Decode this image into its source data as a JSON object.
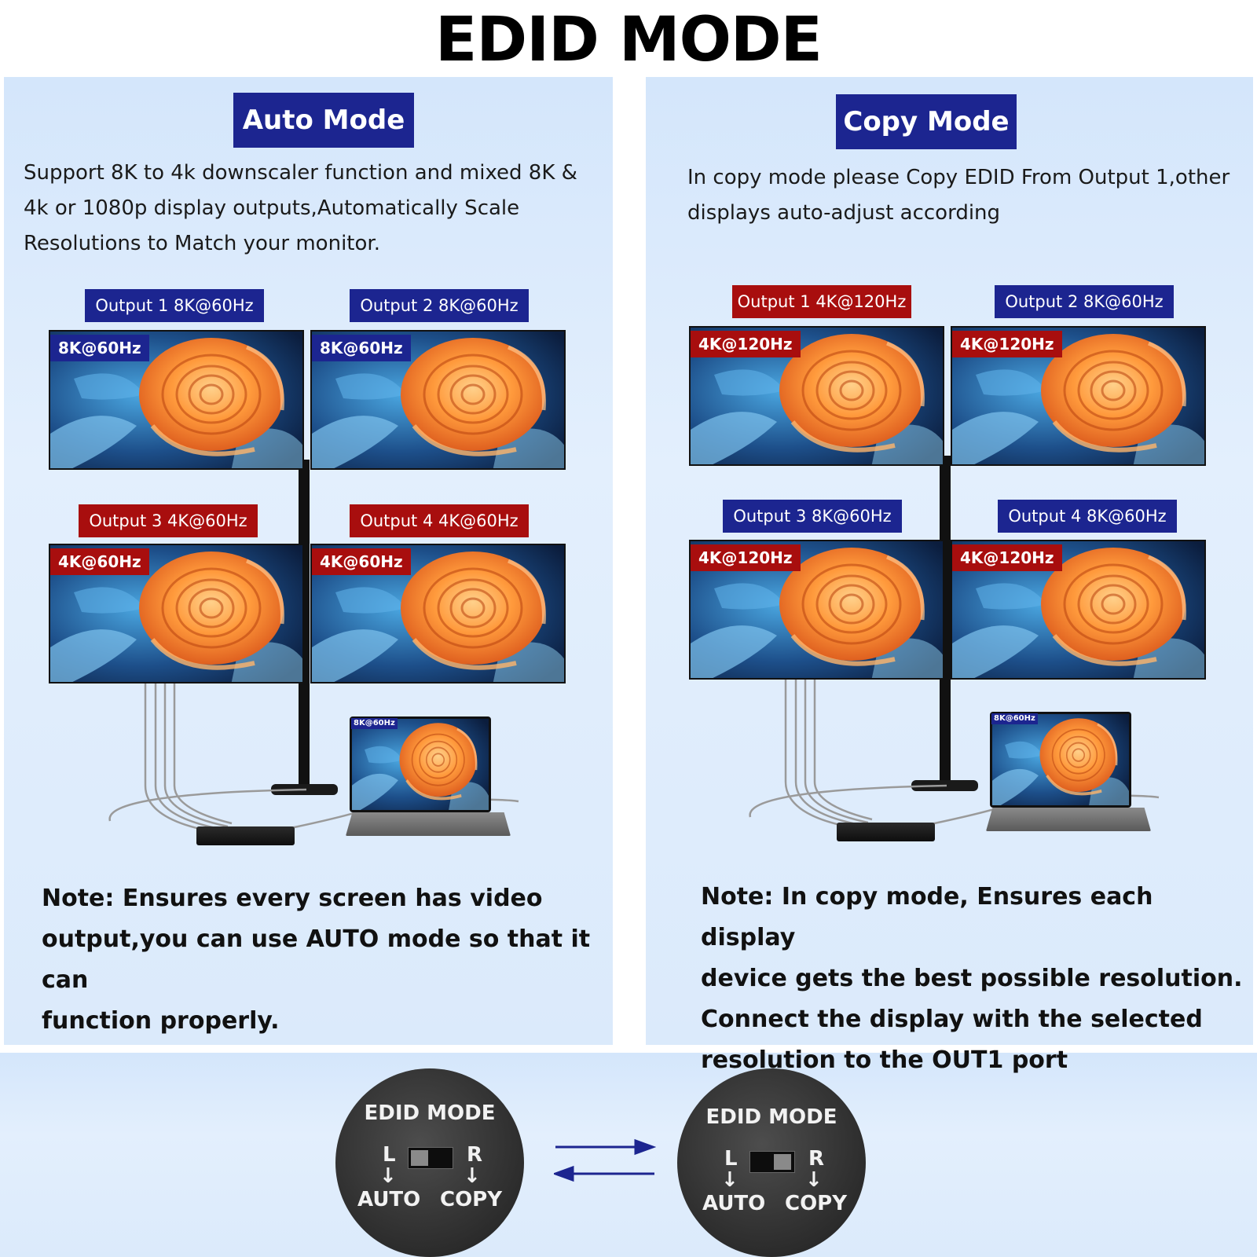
{
  "title": "EDID MODE",
  "auto": {
    "badge": "Auto Mode",
    "desc_lines": [
      "Support 8K to 4k downscaler function and mixed 8K &",
      "4k or 1080p display outputs,Automatically Scale",
      "Resolutions to Match your monitor."
    ],
    "outputs": [
      {
        "label": "Output 1  8K@60Hz",
        "screen": "8K@60Hz",
        "tag_color": "blue",
        "screen_color": "blue"
      },
      {
        "label": "Output 2  8K@60Hz",
        "screen": "8K@60Hz",
        "tag_color": "blue",
        "screen_color": "blue"
      },
      {
        "label": "Output 3  4K@60Hz",
        "screen": "4K@60Hz",
        "tag_color": "red",
        "screen_color": "red"
      },
      {
        "label": "Output 4  4K@60Hz",
        "screen": "4K@60Hz",
        "tag_color": "red",
        "screen_color": "red"
      }
    ],
    "laptop_badge": "8K@60Hz",
    "note_lines": [
      "Note: Ensures every screen has video",
      "output,you can use AUTO mode so that it can",
      "function properly."
    ]
  },
  "copy": {
    "badge": "Copy Mode",
    "desc_lines": [
      "In copy mode please Copy EDID From Output 1,other",
      "displays auto-adjust according"
    ],
    "outputs": [
      {
        "label": "Output 1  4K@120Hz",
        "screen": "4K@120Hz",
        "tag_color": "red",
        "screen_color": "red"
      },
      {
        "label": "Output 2  8K@60Hz",
        "screen": "4K@120Hz",
        "tag_color": "blue",
        "screen_color": "red"
      },
      {
        "label": "Output 3  8K@60Hz",
        "screen": "4K@120Hz",
        "tag_color": "blue",
        "screen_color": "red"
      },
      {
        "label": "Output 4  8K@60Hz",
        "screen": "4K@120Hz",
        "tag_color": "blue",
        "screen_color": "red"
      }
    ],
    "laptop_badge": "8K@60Hz",
    "note_lines": [
      "Note: In copy mode, Ensures each display",
      "device gets the best possible resolution.",
      "Connect the display with the selected",
      "resolution to the OUT1 port"
    ]
  },
  "switch": {
    "title": "EDID MODE",
    "left_letter": "L",
    "right_letter": "R",
    "left_word": "AUTO",
    "right_word": "COPY"
  },
  "colors": {
    "badge_blue": "#1c2590",
    "tag_red": "#a80e0e",
    "panel_bg": "#dbeafb"
  }
}
